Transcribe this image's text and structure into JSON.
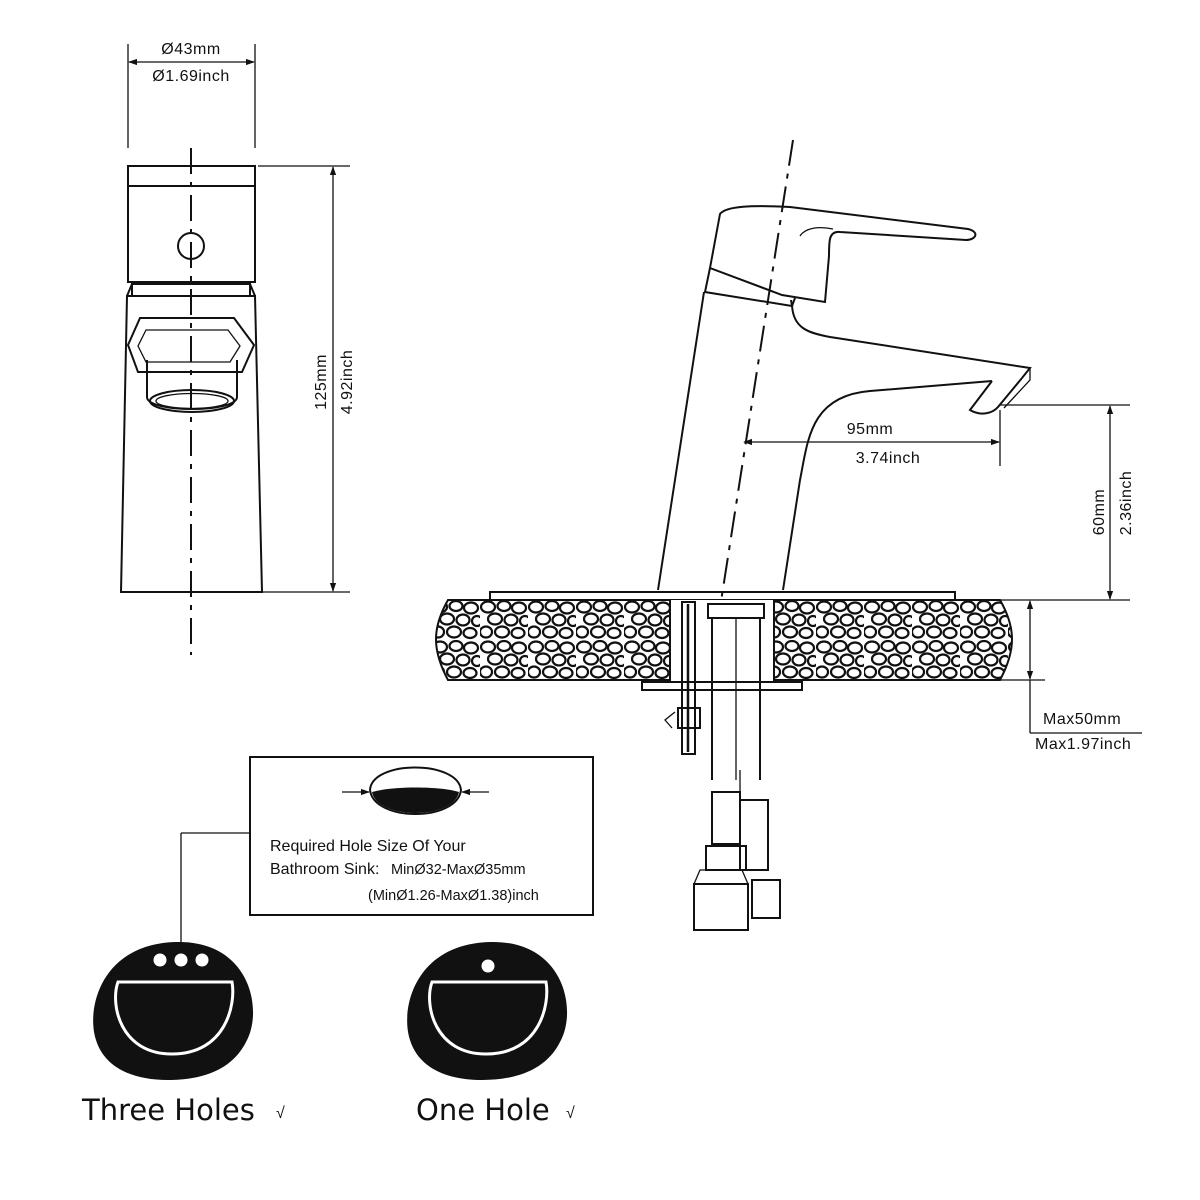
{
  "front_view": {
    "diameter_mm": "Ø43mm",
    "diameter_inch": "Ø1.69inch",
    "height_mm": "125mm",
    "height_inch": "4.92inch"
  },
  "side_view": {
    "reach_mm": "95mm",
    "reach_inch": "3.74inch",
    "spout_height_mm": "60mm",
    "spout_height_inch": "2.36inch",
    "deck_max_mm": "Max50mm",
    "deck_max_inch": "Max1.97inch"
  },
  "hole_note": {
    "line1": "Required Hole Size Of Your",
    "line2_label": "Bathroom Sink:",
    "line2_value": "MinØ32-MaxØ35mm",
    "line3": "(MinØ1.26-MaxØ1.38)inch"
  },
  "sinks": [
    {
      "label": "Three Holes",
      "check": "√"
    },
    {
      "label": "One Hole",
      "check": "√"
    }
  ]
}
